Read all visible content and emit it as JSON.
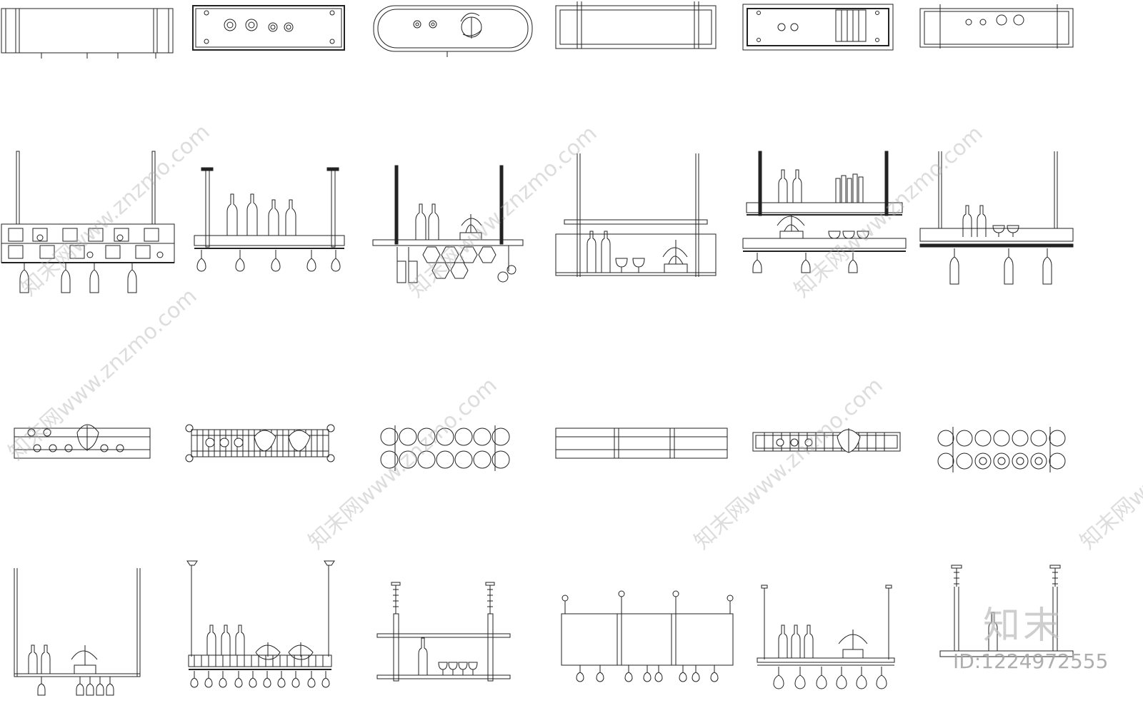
{
  "watermark": {
    "text": "知末网www.znzmo.com"
  },
  "brand": {
    "logo_text": "知末",
    "id_label": "ID:1224972555"
  },
  "colors": {
    "line": "#222222",
    "background": "#ffffff",
    "watermark": "#aaaaaa"
  }
}
